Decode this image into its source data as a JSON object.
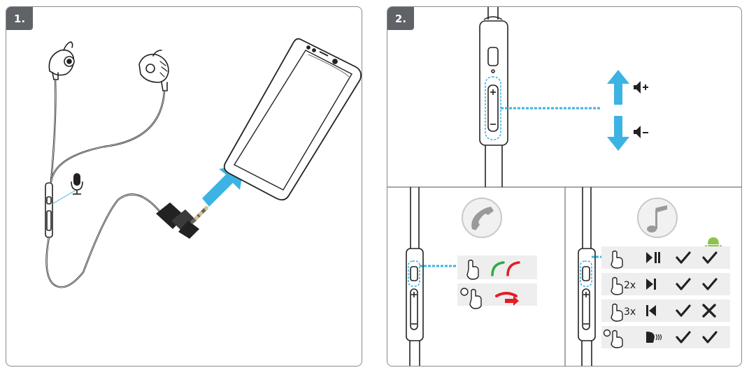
{
  "panel1": {
    "badge": "1."
  },
  "panel2": {
    "badge": "2."
  },
  "call_panel": {
    "rows": [
      {
        "press": "",
        "icon": "answer-end-call-icon"
      },
      {
        "press": "",
        "icon": "reject-call-icon"
      }
    ]
  },
  "music_panel": {
    "platform_icon": "android-icon",
    "rows": [
      {
        "press": "",
        "action": "play-pause-icon",
        "col1": "check",
        "col2": "check"
      },
      {
        "press": "2x",
        "action": "next-track-icon",
        "col1": "check",
        "col2": "check"
      },
      {
        "press": "3x",
        "action": "previous-track-icon",
        "col1": "check",
        "col2": "cross"
      },
      {
        "press": "",
        "action": "voice-assistant-icon",
        "col1": "check",
        "col2": "check"
      }
    ]
  },
  "colors": {
    "accent_blue": "#3db3e3",
    "green": "#2faa4a",
    "red": "#e31e24",
    "android": "#8bc34a",
    "row_bg": "#eeeeee"
  }
}
